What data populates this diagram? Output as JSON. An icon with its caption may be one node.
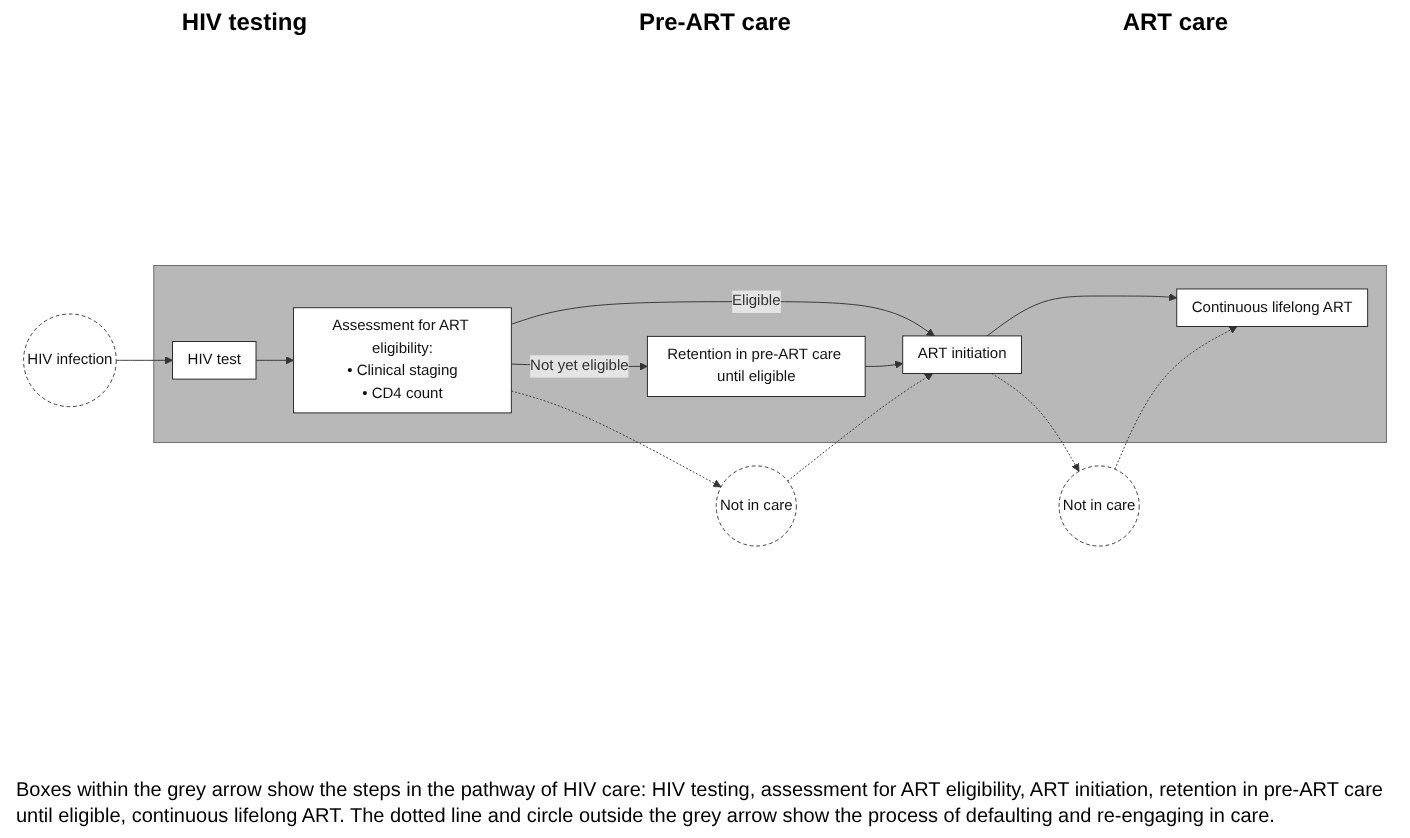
{
  "diagram": {
    "caption": "Boxes within the grey arrow show the steps in the pathway of HIV care: HIV testing, assessment for ART eligibility, ART initiation, retention in pre-ART care until eligible, continuous lifelong ART. The dotted line and circle outside the grey arrow show the process of defaulting and re-engaging in care.",
    "nodes": [
      {
        "text": [
          "HIV infection"
        ]
      },
      {
        "text": [],
        "shape": "arrow"
      },
      {
        "text": [
          "HIV test"
        ],
        "in": 1
      },
      {
        "text": [
          "Assessment for ART eligibility:",
          "• Clinical staging",
          "• CD4 count"
        ],
        "in": 1
      },
      {
        "text": [
          "ART initiation"
        ],
        "in": 1
      },
      {
        "text": [
          "Retention in pre-ART care until eligible"
        ],
        "in": 1
      },
      {
        "text": [
          "Continuous lifelong ART"
        ],
        "in": 1
      },
      {
        "text": [
          "Not in care"
        ]
      },
      {
        "text": [
          "Not in care"
        ]
      }
    ],
    "edges": [
      {
        "from": 0,
        "to": 2,
        "arrow": "to"
      },
      {
        "from": 2,
        "to": 3,
        "arrow": "to"
      },
      {
        "from": 3,
        "to": 4,
        "arrow": "to",
        "label": "Eligible"
      },
      {
        "from": 3,
        "to": 5,
        "arrow": "to",
        "label": "Not yet eligible"
      },
      {
        "from": 5,
        "to": 4,
        "arrow": "to"
      },
      {
        "from": 4,
        "to": 6,
        "arrow": "to"
      },
      {
        "from": 3,
        "to": 7,
        "arrow": "to",
        "style": "dashed"
      },
      {
        "from": 7,
        "to": 4,
        "arrow": "to",
        "style": "dashed"
      },
      {
        "from": 4,
        "to": 8,
        "arrow": "to",
        "style": "dashed"
      },
      {
        "from": 8,
        "to": 6,
        "arrow": "to",
        "style": "dashed"
      }
    ],
    "labels": [
      "HIV testing",
      "Pre-ART care",
      "ART care"
    ]
  }
}
